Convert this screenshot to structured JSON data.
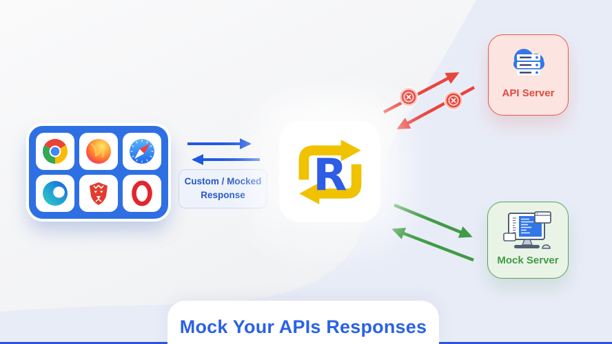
{
  "headline": "Mock Your APIs Responses",
  "flow_label": "Custom / Mocked Response",
  "api_server_label": "API Server",
  "mock_server_label": "Mock Server",
  "logo_letter": "R",
  "browsers": [
    {
      "name": "Chrome"
    },
    {
      "name": "Firefox"
    },
    {
      "name": "Safari"
    },
    {
      "name": "Edge"
    },
    {
      "name": "Brave"
    },
    {
      "name": "Opera"
    }
  ],
  "colors": {
    "arrow_blue": "#1f5ae0",
    "arrow_red": "#e8453c",
    "arrow_green": "#3f9b45",
    "headline_blue": "#2b62e5",
    "browser_card_blue": "#2e70e3",
    "logo_yellow": "#f0c200",
    "logo_blue": "#2d5ce5",
    "api_card_bg": "#fce4e0",
    "api_card_border": "#e0574c",
    "mock_card_bg": "#e9f4e6",
    "mock_card_border": "#57a05c",
    "blob_lavender": "#e8ecf7"
  }
}
